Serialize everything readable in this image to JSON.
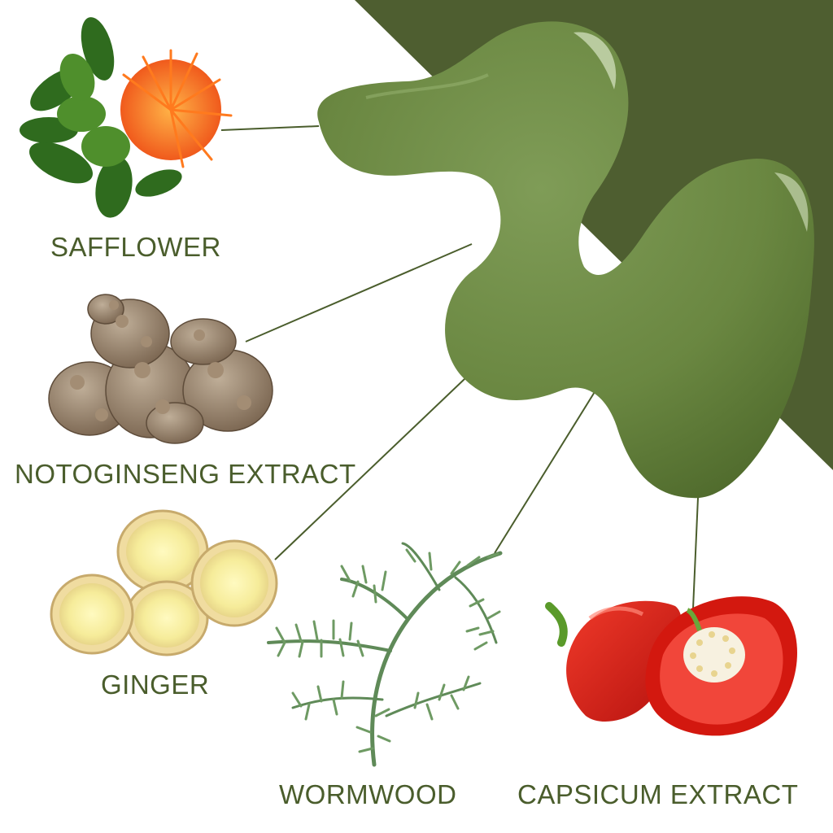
{
  "colors": {
    "background": "#ffffff",
    "accent_panel": "#4e5e30",
    "gel": "#6d8a44",
    "label_text": "#4a5d2c",
    "leader_line": "#4a5d2c"
  },
  "ingredients": [
    {
      "label": "SAFFLOWER",
      "icon": "safflower-icon"
    },
    {
      "label": "NOTOGINSENG EXTRACT",
      "icon": "notoginseng-root-icon"
    },
    {
      "label": "GINGER",
      "icon": "ginger-slices-icon"
    },
    {
      "label": "WORMWOOD",
      "icon": "wormwood-sprig-icon"
    },
    {
      "label": "CAPSICUM EXTRACT",
      "icon": "red-pepper-icon"
    }
  ],
  "centerpiece": {
    "icon": "green-gel-swirl-icon"
  }
}
